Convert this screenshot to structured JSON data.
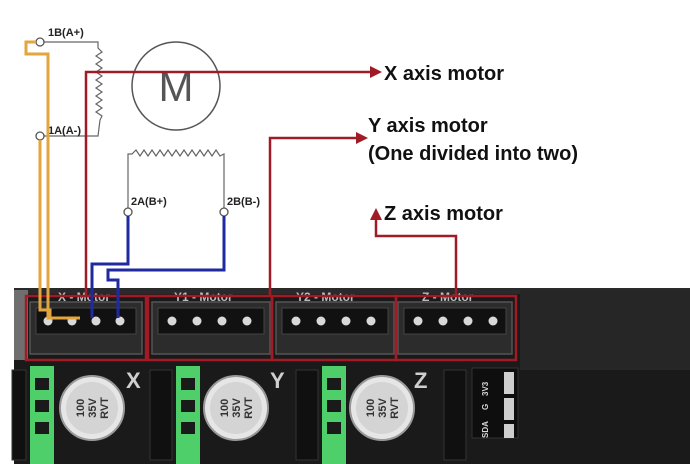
{
  "coil_labels": {
    "a_plus": "1B(A+)",
    "a_minus": "1A(A-)",
    "b_plus": "2A(B+)",
    "b_minus": "2B(B-)"
  },
  "motor_symbol": "M",
  "callouts": {
    "x": "X axis motor",
    "y_line1": "Y axis motor",
    "y_line2": "(One divided into two)",
    "z": "Z axis motor"
  },
  "board": {
    "connectors": [
      "X - Motor",
      "Y1 - Motor",
      "Y2 - Motor",
      "Z - Motor"
    ],
    "axis_letters": [
      "X",
      "Y",
      "Z"
    ],
    "cap_line1": "100",
    "cap_line2": "35V",
    "cap_line3": "RVT",
    "pins": [
      "SDA",
      "G",
      "3V3"
    ]
  },
  "colors": {
    "wire_red": "#a01b25",
    "wire_orange": "#e3a53d",
    "wire_blue": "#1f2aa0",
    "board": "#1c1c1c",
    "terminal_green": "#4fcf6a"
  }
}
